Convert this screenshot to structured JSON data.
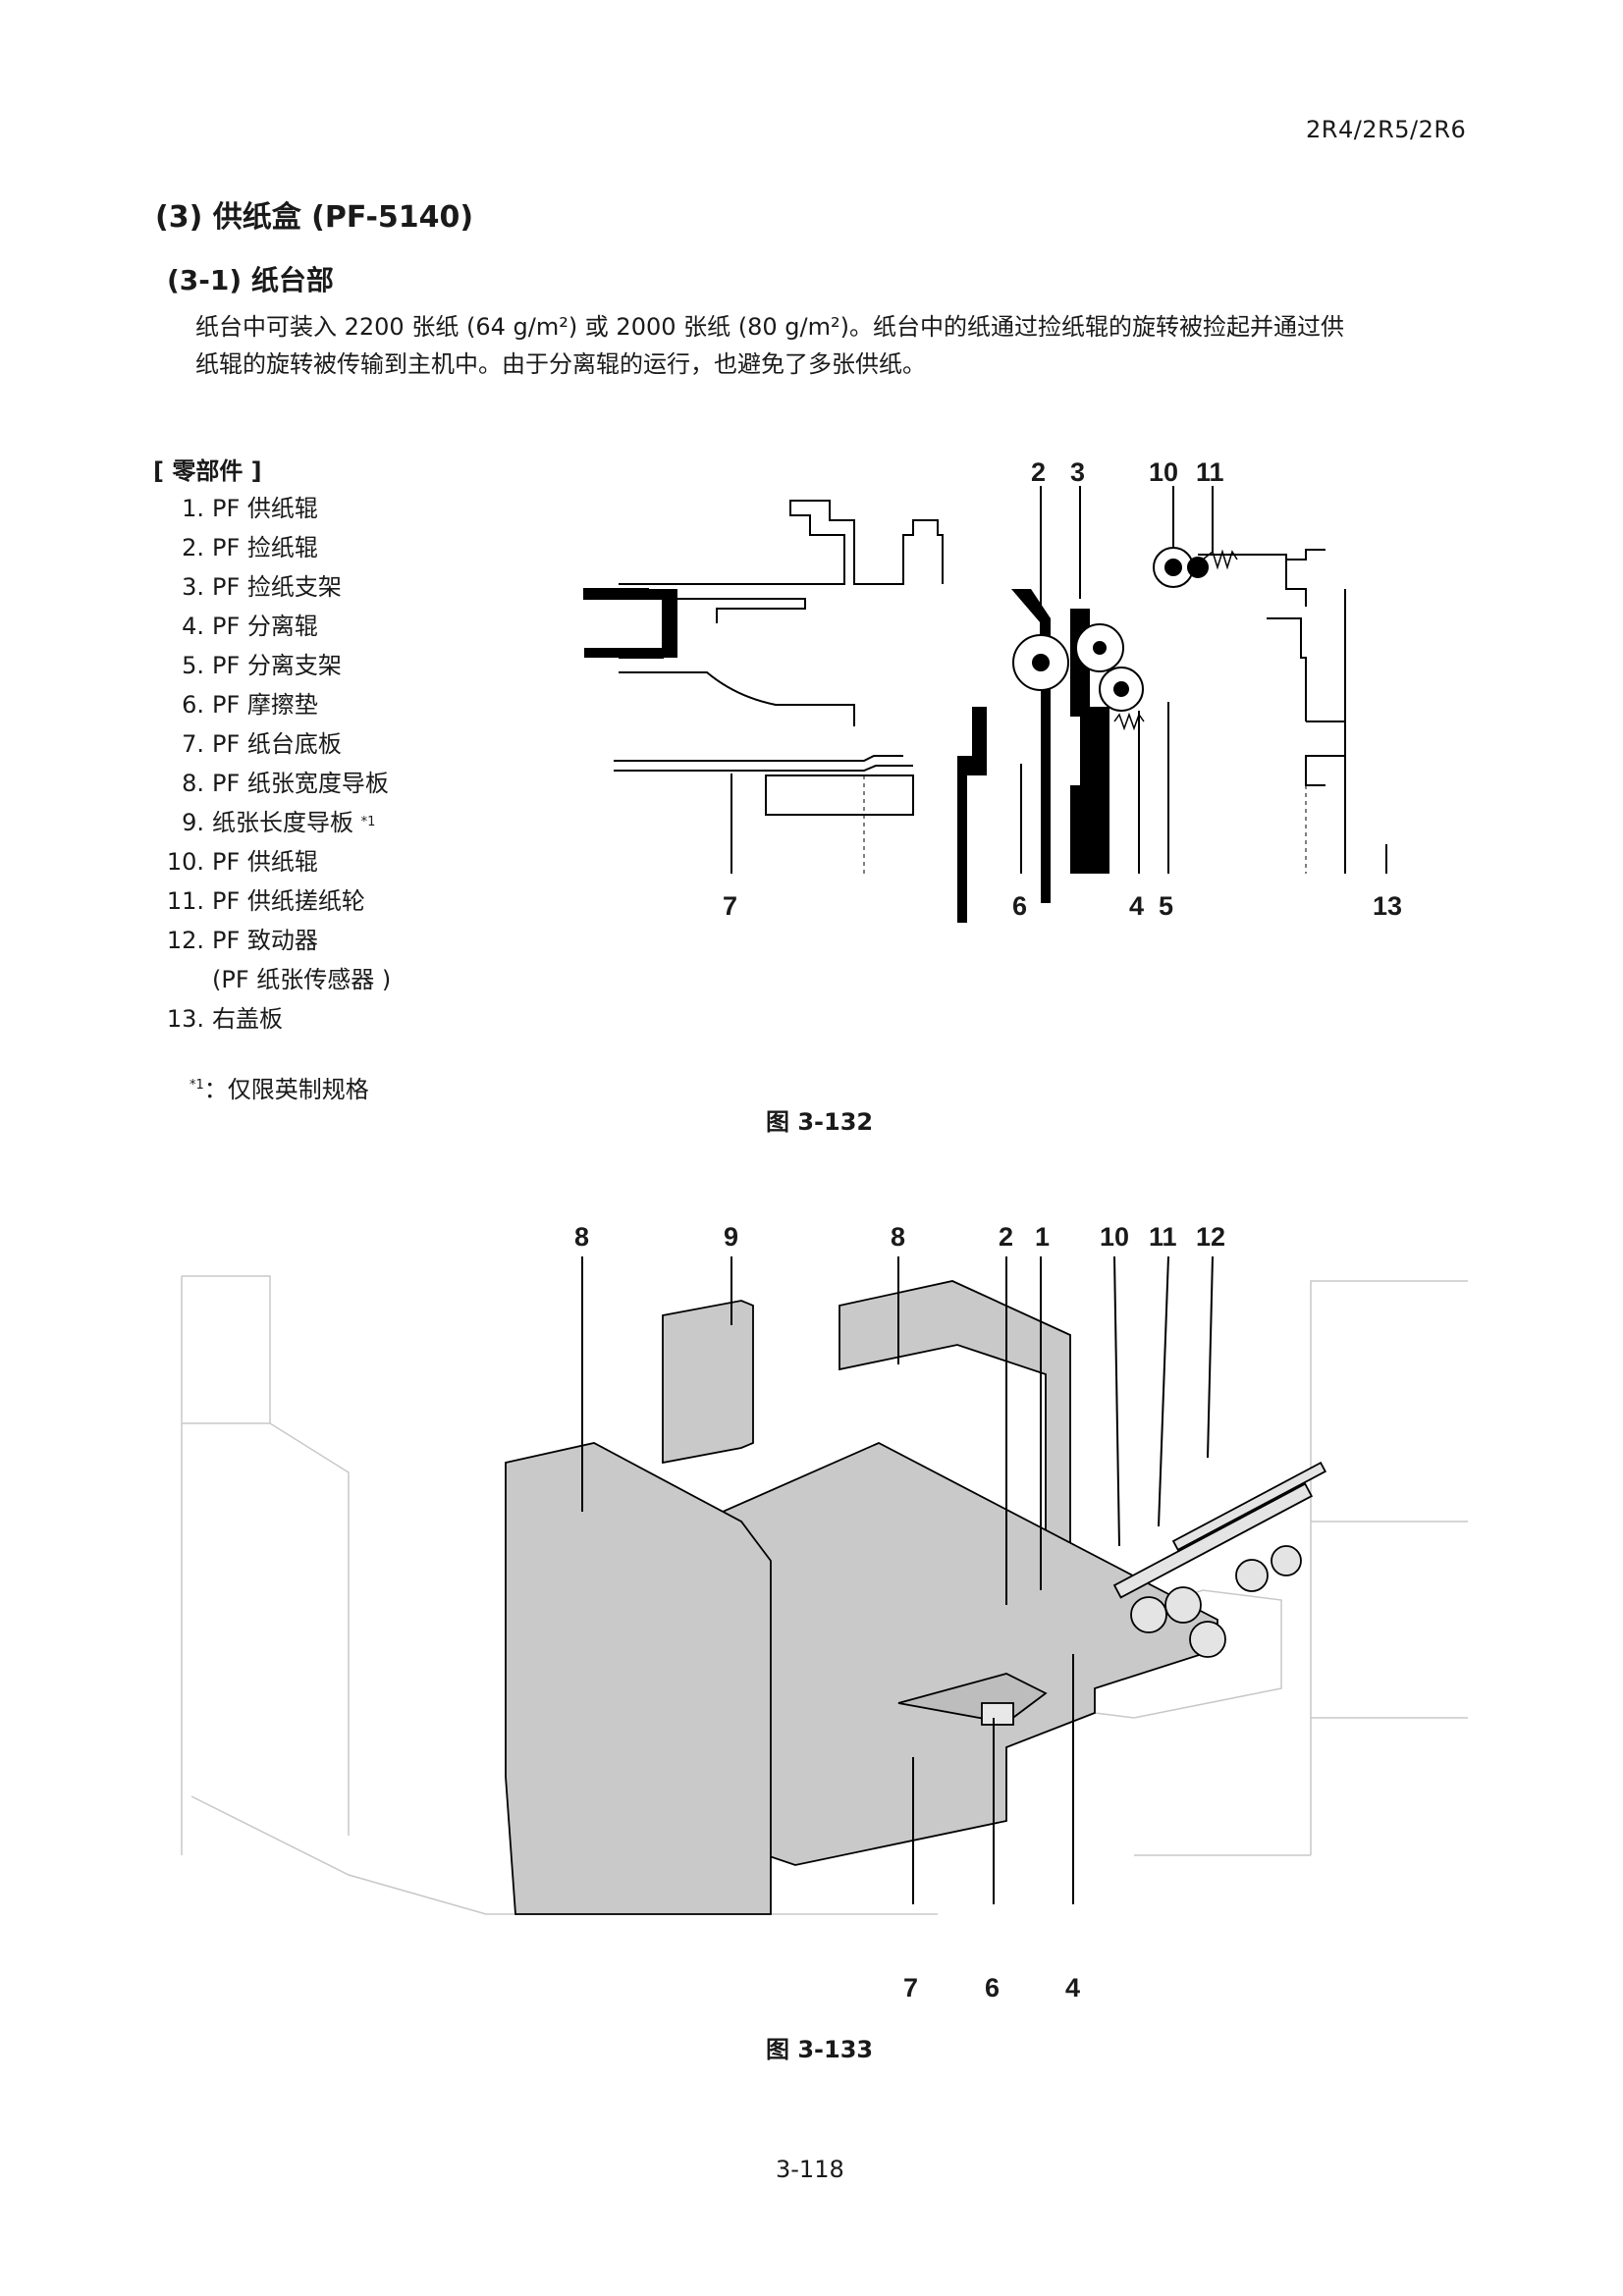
{
  "header": {
    "model": "2R4/2R5/2R6"
  },
  "section": {
    "title": "(3) 供纸盒 (PF-5140)",
    "subtitle": "(3-1) 纸台部",
    "description_line1": "纸台中可装入 2200 张纸 (64 g/m²) 或 2000 张纸 (80 g/m²)。纸台中的纸通过捡纸辊的旋转被捡起并通过供",
    "description_line2": "纸辊的旋转被传输到主机中。由于分离辊的运行，也避免了多张供纸。"
  },
  "parts": {
    "title": "[ 零部件 ]",
    "items": [
      {
        "num": "1.",
        "label": "PF 供纸辊"
      },
      {
        "num": "2.",
        "label": "PF 捡纸辊"
      },
      {
        "num": "3.",
        "label": "PF 捡纸支架"
      },
      {
        "num": "4.",
        "label": "PF 分离辊"
      },
      {
        "num": "5.",
        "label": "PF 分离支架"
      },
      {
        "num": "6.",
        "label": "PF 摩擦垫"
      },
      {
        "num": "7.",
        "label": "PF 纸台底板"
      },
      {
        "num": "8.",
        "label": "PF 纸张宽度导板"
      },
      {
        "num": "9.",
        "label": "纸张长度导板",
        "note": "*1"
      },
      {
        "num": "10.",
        "label": "PF 供纸辊"
      },
      {
        "num": "11.",
        "label": "PF 供纸搓纸轮"
      },
      {
        "num": "12.",
        "label": "PF 致动器"
      },
      {
        "num": "",
        "label": "(PF 纸张传感器 )"
      },
      {
        "num": "13.",
        "label": "右盖板"
      }
    ],
    "footnote_mark": "*1",
    "footnote_text": "：仅限英制规格"
  },
  "figure1": {
    "caption": "图 3-132",
    "callouts_top": [
      "2",
      "3",
      "10",
      "11"
    ],
    "callouts_bottom": [
      "7",
      "6",
      "4",
      "5",
      "13"
    ]
  },
  "figure2": {
    "caption": "图 3-133",
    "callouts_top": [
      "8",
      "9",
      "8",
      "2",
      "1",
      "10",
      "11",
      "12"
    ],
    "callouts_bottom": [
      "7",
      "6",
      "4"
    ]
  },
  "footer": {
    "page_number": "3-118"
  }
}
